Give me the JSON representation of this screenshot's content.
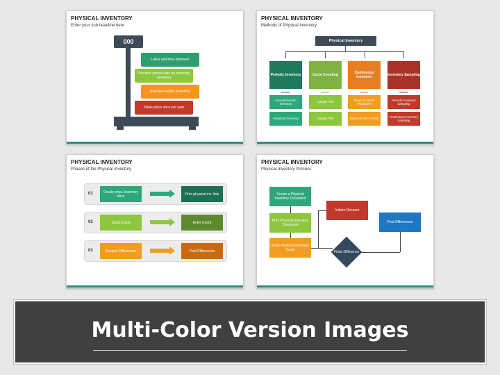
{
  "slide1": {
    "title": "PHYSICAL INVENTORY",
    "subtitle": "Enter your sub headline here",
    "scale_label": "000",
    "items": [
      {
        "label": "Labor and time-intensive",
        "color": "#2e9e6f"
      },
      {
        "label": "Provides annual data on inventory variances",
        "color": "#8dc63f"
      },
      {
        "label": "Requires facility downtime",
        "color": "#f7941d"
      },
      {
        "label": "Takes place once per year",
        "color": "#c0392b"
      }
    ]
  },
  "slide2": {
    "title": "PHYSICAL INVENTORY",
    "subtitle": "Methods of Physical Inventory",
    "root": "Physical Inventory",
    "methods": [
      {
        "label": "Periodic Inventory",
        "color": "#1f7a5c",
        "sub": [
          "Annual Periodic Inventory",
          "Perpetual Inventory"
        ]
      },
      {
        "label": "Cycle Counting",
        "color": "#7cb342",
        "sub": [
          "Sample Test",
          "Sample Test"
        ]
      },
      {
        "label": "Continuous Inventory",
        "color": "#e67e22",
        "sub": [
          "Based on Stock Placement",
          "Based on Zero Check"
        ]
      },
      {
        "label": "Inventory Sampling",
        "color": "#a93226",
        "sub": [
          "Periodic Inventory Sampling",
          "Continuous Inventory Sampling"
        ]
      }
    ]
  },
  "slide3": {
    "title": "PHYSICAL INVENTORY",
    "subtitle": "Phases of the Physical Inventory",
    "phases": [
      {
        "num": "01",
        "left": "Create phys. Inventory docs",
        "right": "Print physical inv. lists",
        "light": "#2ea87a",
        "dark": "#1d6f56"
      },
      {
        "num": "02",
        "left": "Stock Count",
        "right": "Enter Count",
        "light": "#8dc63f",
        "dark": "#5d8a2e"
      },
      {
        "num": "03",
        "left": "Analyze Differences",
        "right": "Post Differences",
        "light": "#f39c1f",
        "dark": "#c96a12"
      }
    ]
  },
  "slide4": {
    "title": "PHYSICAL INVENTORY",
    "subtitle": "Physical Inventory Process",
    "steps": [
      {
        "label": "Create a Physical Inventory Document",
        "color": "#2ea87a"
      },
      {
        "label": "Print Physical Inventory Document",
        "color": "#8dc63f"
      },
      {
        "label": "Enter Physical Inventory Count",
        "color": "#f39c1f"
      }
    ],
    "recount": {
      "label": "Initiate Recount",
      "color": "#c0392b"
    },
    "decision": {
      "label": "Finds Difference",
      "color": "#34495e"
    },
    "post": {
      "label": "Post Differences",
      "color": "#1f78c1"
    }
  },
  "footer": {
    "text": "Multi-Color Version Images"
  }
}
